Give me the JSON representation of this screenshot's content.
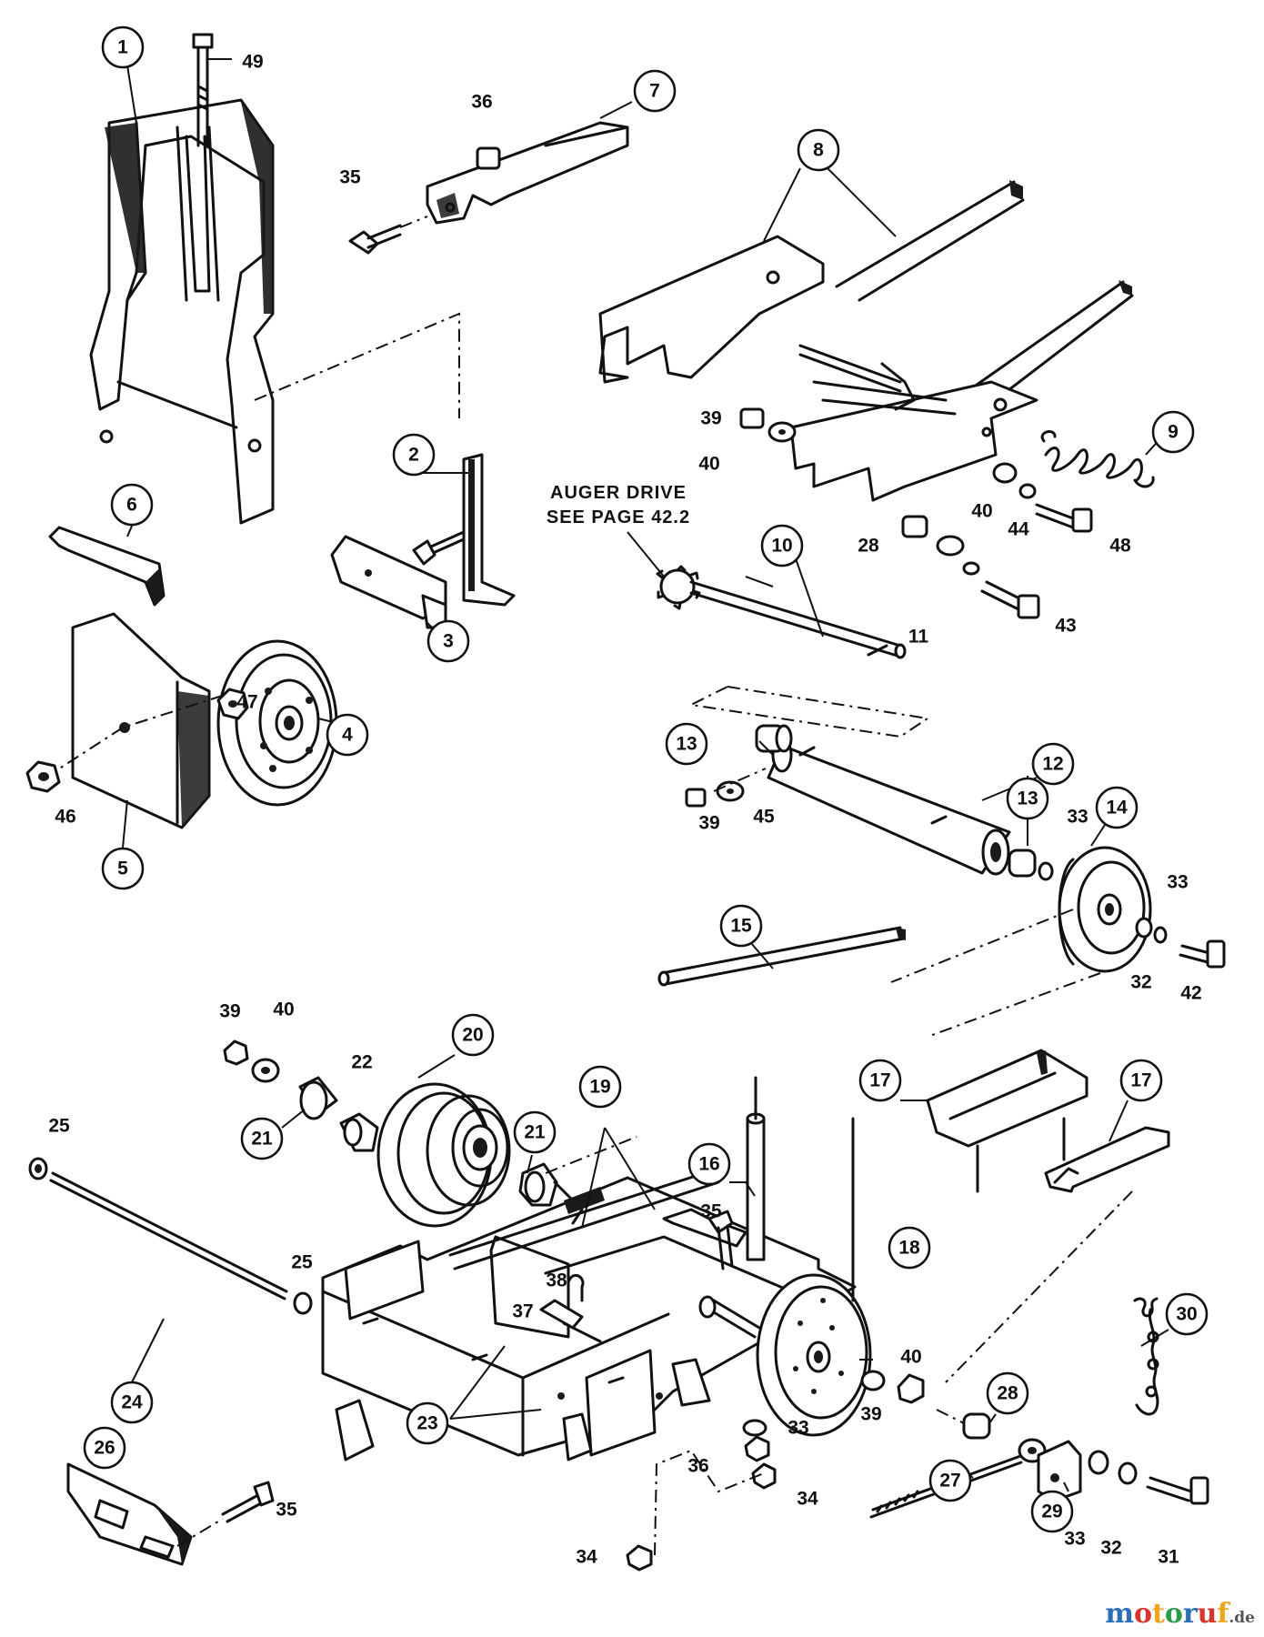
{
  "note": {
    "line1": "AUGER DRIVE",
    "line2": "SEE PAGE 42.2"
  },
  "callouts": {
    "c1": "1",
    "c2": "2",
    "c3": "3",
    "c4": "4",
    "c5": "5",
    "c6": "6",
    "c7": "7",
    "c8": "8",
    "c9": "9",
    "c10": "10",
    "c12": "12",
    "c13a": "13",
    "c13b": "13",
    "c14": "14",
    "c15": "15",
    "c16": "16",
    "c17a": "17",
    "c17b": "17",
    "c18": "18",
    "c19": "19",
    "c20": "20",
    "c21a": "21",
    "c21b": "21",
    "c23": "23",
    "c24": "24",
    "c26": "26",
    "c27": "27",
    "c28": "28",
    "c29": "29",
    "c30": "30"
  },
  "labels": {
    "l49": "49",
    "l36a": "36",
    "l35a": "35",
    "l39a": "39",
    "l40a": "40",
    "l28a": "28",
    "l40b": "40",
    "l44": "44",
    "l48": "48",
    "l43": "43",
    "l11": "11",
    "l47": "47",
    "l46": "46",
    "l45": "45",
    "l39b": "39",
    "l33a": "33",
    "l33b": "33",
    "l32a": "32",
    "l42": "42",
    "l39c": "39",
    "l40c": "40",
    "l22": "22",
    "l25a": "25",
    "l25b": "25",
    "l35b": "35",
    "l38": "38",
    "l37": "37",
    "l40d": "40",
    "l39d": "39",
    "l33c": "33",
    "l36b": "36",
    "l34a": "34",
    "l34b": "34",
    "l33d": "33",
    "l32b": "32",
    "l31": "31",
    "l35c": "35"
  },
  "watermark": {
    "brand": "motoruf",
    "tld": ".de",
    "colors": [
      "#2a6fb8",
      "#d9342b",
      "#f2a51a",
      "#2a9d4b",
      "#2a6fb8",
      "#d9342b",
      "#f2a51a"
    ]
  }
}
